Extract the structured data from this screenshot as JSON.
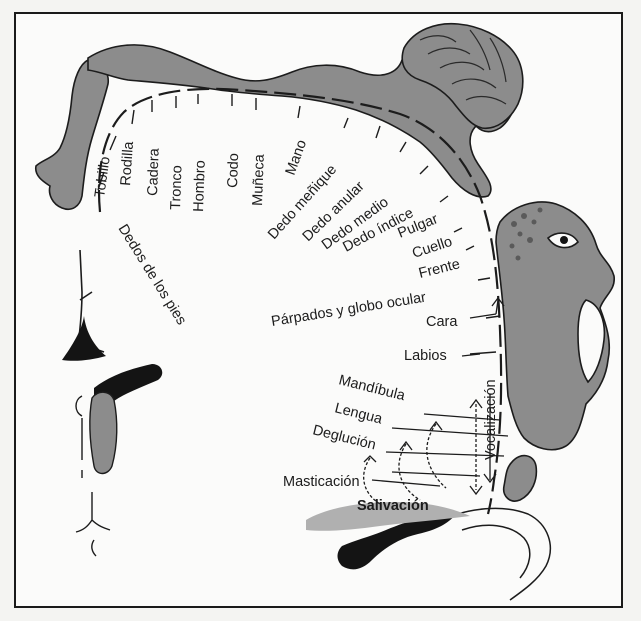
{
  "figure": {
    "labels": {
      "dedos_pies": "Dedos de los pies",
      "tobillo": "Tobillo",
      "rodilla": "Rodilla",
      "cadera": "Cadera",
      "tronco": "Tronco",
      "hombro": "Hombro",
      "codo": "Codo",
      "muneca": "Muñeca",
      "mano": "Mano",
      "dedo_menique": "Dedo meñique",
      "dedo_anular": "Dedo anular",
      "dedo_medio": "Dedo medio",
      "dedo_indice": "Dedo índice",
      "pulgar": "Pulgar",
      "cuello": "Cuello",
      "frente": "Frente",
      "parpados": "Párpados y globo ocular",
      "cara": "Cara",
      "labios": "Labios",
      "vocalizacion": "Vocalización",
      "mandibula": "Mandíbula",
      "lengua": "Lengua",
      "deglucion": "Deglución",
      "masticacion": "Masticación",
      "salivacion": "Salivación"
    },
    "colors": {
      "ink": "#1c1c1c",
      "fill_gray": "#8c8c8c",
      "fill_dark": "#141414",
      "paper": "#fbfbfa"
    }
  }
}
